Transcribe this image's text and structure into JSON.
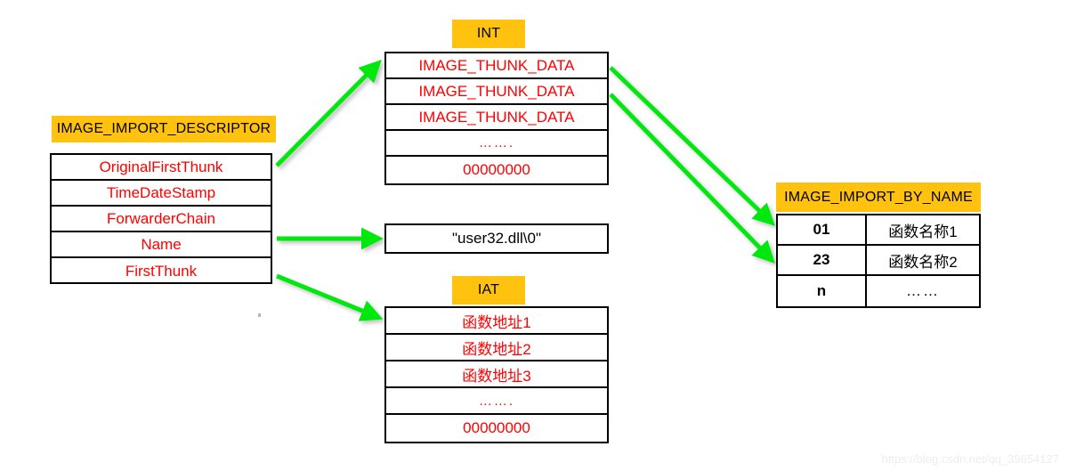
{
  "page": {
    "title": "PE Import Table Structure Diagram",
    "background": "#ffffff",
    "accent_yellow": "#FFC20E",
    "arrow_green": "#00E810",
    "text_red": "#FF0000",
    "text_black": "#000000"
  },
  "descriptor": {
    "caption": "IMAGE_IMPORT_DESCRIPTOR",
    "rows": [
      {
        "label": "OriginalFirstThunk"
      },
      {
        "label": "TimeDateStamp"
      },
      {
        "label": "ForwarderChain"
      },
      {
        "label": "Name"
      },
      {
        "label": "FirstThunk"
      }
    ]
  },
  "int_table": {
    "caption": "INT",
    "rows": [
      {
        "label": "IMAGE_THUNK_DATA"
      },
      {
        "label": "IMAGE_THUNK_DATA"
      },
      {
        "label": "IMAGE_THUNK_DATA"
      },
      {
        "label": "……."
      },
      {
        "label": "00000000"
      }
    ]
  },
  "dll_name_box": {
    "value": "\"user32.dll\\0\""
  },
  "iat_table": {
    "caption": "IAT",
    "rows": [
      {
        "label": "函数地址1"
      },
      {
        "label": "函数地址2"
      },
      {
        "label": "函数地址3"
      },
      {
        "label": "……."
      },
      {
        "label": "00000000"
      }
    ]
  },
  "import_by_name": {
    "caption": "IMAGE_IMPORT_BY_NAME",
    "rows": [
      {
        "hint": "01",
        "name": "函数名称1"
      },
      {
        "hint": "23",
        "name": "函数名称2"
      },
      {
        "hint": "n",
        "name": "……"
      }
    ]
  },
  "arrows": [
    {
      "id": "descriptor-originalfirstthunk-to-int",
      "from": "OriginalFirstThunk",
      "to": "INT row 1"
    },
    {
      "id": "descriptor-name-to-dll-string",
      "from": "Name",
      "to": "\"user32.dll\\0\""
    },
    {
      "id": "descriptor-firstthunk-to-iat",
      "from": "FirstThunk",
      "to": "IAT row 1"
    },
    {
      "id": "int-row1-to-import-by-name-row1",
      "from": "INT row 1",
      "to": "IMAGE_IMPORT_BY_NAME row 1"
    },
    {
      "id": "int-row2-to-import-by-name-row2",
      "from": "INT row 2",
      "to": "IMAGE_IMPORT_BY_NAME row 2"
    }
  ],
  "watermark": {
    "text": "https://blog.csdn.net/qq_39654127"
  }
}
